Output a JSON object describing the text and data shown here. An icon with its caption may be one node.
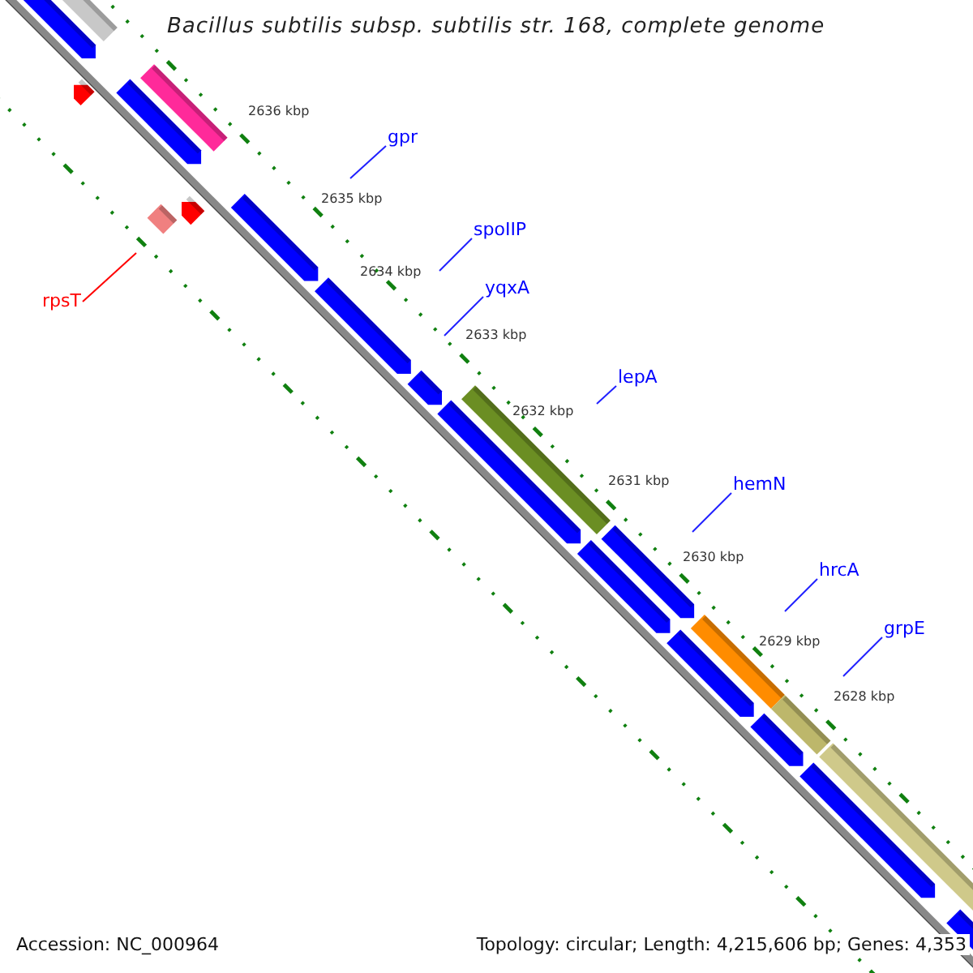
{
  "diagram": {
    "title": "Bacillus subtilis subsp. subtilis str. 168, complete genome",
    "nodes": [
      {
        "text": [
          "gpr"
        ]
      },
      {
        "text": [
          "spoIIP"
        ]
      },
      {
        "text": [
          "yqxA"
        ]
      },
      {
        "text": [
          "rpsT"
        ]
      },
      {
        "text": [
          "lepA"
        ]
      },
      {
        "text": [
          "hemN"
        ]
      },
      {
        "text": [
          "hrcA"
        ]
      },
      {
        "text": [
          "grpE"
        ]
      }
    ],
    "edges": [
      {
        "from": 0,
        "to": null,
        "arrow": "none"
      },
      {
        "from": 1,
        "to": null,
        "arrow": "none"
      },
      {
        "from": 2,
        "to": null,
        "arrow": "none"
      },
      {
        "from": 3,
        "to": null,
        "arrow": "none",
        "color": "#ff0000"
      },
      {
        "from": 4,
        "to": null,
        "arrow": "none"
      },
      {
        "from": 5,
        "to": null,
        "arrow": "none"
      },
      {
        "from": 6,
        "to": null,
        "arrow": "none"
      },
      {
        "from": 7,
        "to": null,
        "arrow": "none"
      }
    ],
    "labels": [
      "2636 kbp",
      "2635 kbp",
      "2634 kbp",
      "2633 kbp",
      "2632 kbp",
      "2631 kbp",
      "2630 kbp",
      "2629 kbp",
      "2628 kbp",
      "Accession: NC_000964",
      "Topology: circular; Length: 4,215,606 bp; Genes: 4,353"
    ]
  }
}
